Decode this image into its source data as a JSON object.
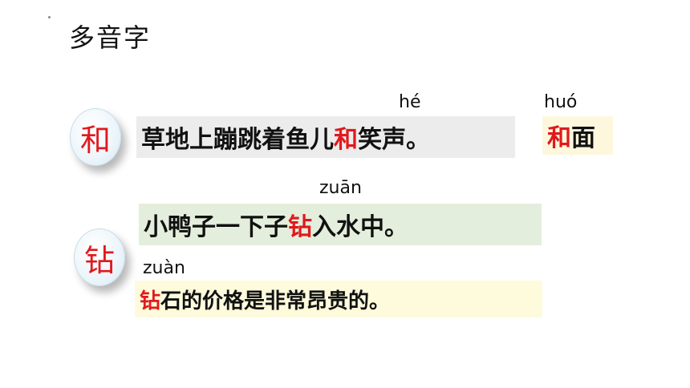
{
  "title": "多音字",
  "characters": [
    {
      "char": "和",
      "readings": [
        {
          "pinyin": "hé",
          "sentence": {
            "before": "草地上蹦跳着鱼儿",
            "highlight": "和",
            "after": "笑声。"
          }
        },
        {
          "pinyin": "huó",
          "sentence": {
            "before": "",
            "highlight": "和",
            "after": "面"
          }
        }
      ]
    },
    {
      "char": "钻",
      "readings": [
        {
          "pinyin": "zuān",
          "sentence": {
            "before": "小鸭子一下子",
            "highlight": "钻",
            "after": "入水中。"
          }
        },
        {
          "pinyin": "zuàn",
          "sentence": {
            "before": "",
            "highlight": "钻",
            "after": "石的价格是非常昂贵的。"
          }
        }
      ]
    }
  ],
  "colors": {
    "highlight": "#e0191d"
  }
}
